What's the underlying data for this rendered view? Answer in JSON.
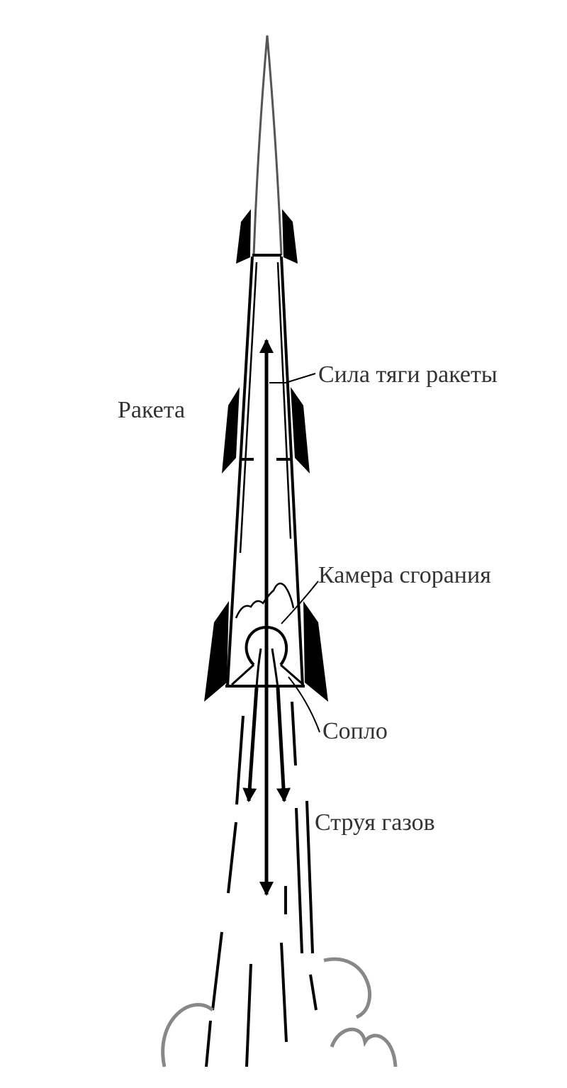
{
  "labels": {
    "rocket": "Ракета",
    "thrust": "Сила тяги ракеты",
    "chamber": "Камера сгорания",
    "nozzle": "Сопло",
    "jet": "Струя газов"
  },
  "colors": {
    "ink": "#000000",
    "outline": "#555555",
    "smoke": "#888888",
    "text": "#333333"
  }
}
